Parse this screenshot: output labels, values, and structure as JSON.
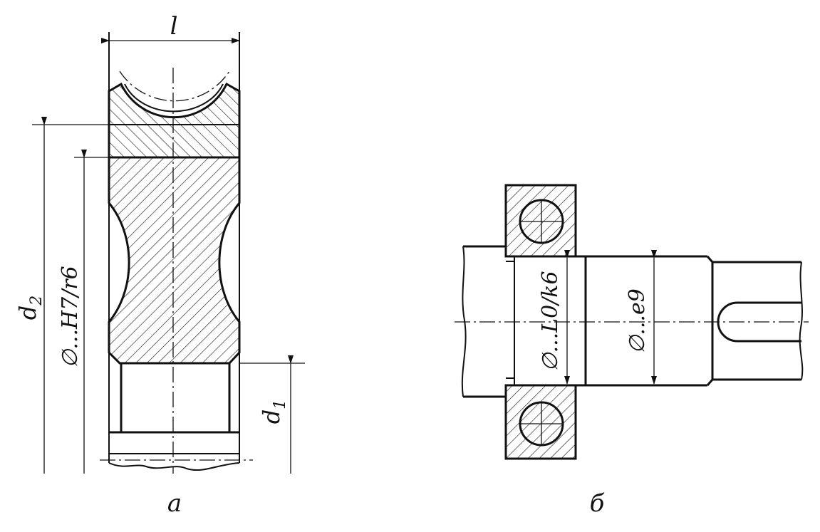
{
  "figure_a": {
    "dim_length": "l",
    "dim_outer": "d",
    "dim_outer_sub": "2",
    "dim_fit": "∅...H7/r6",
    "dim_inner": "d",
    "dim_inner_sub": "1",
    "caption": "a"
  },
  "figure_b": {
    "dim_bearing_fit": "∅...L0/k6",
    "dim_shaft_fit": "∅...e9",
    "caption": "б"
  }
}
